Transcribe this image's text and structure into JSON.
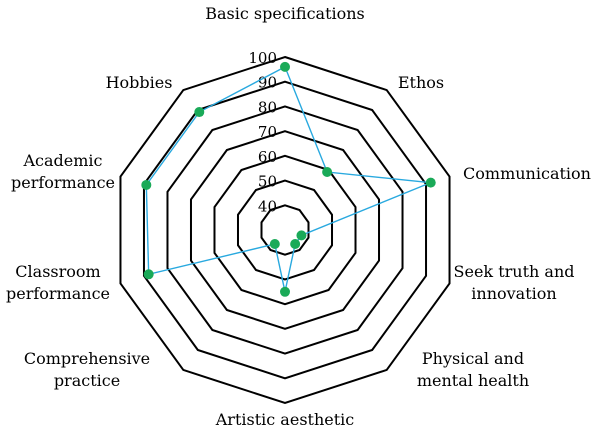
{
  "chart_data": {
    "type": "radar",
    "title": "",
    "axes": [
      [
        "Basic specifications"
      ],
      [
        "Ethos"
      ],
      [
        "Communication"
      ],
      [
        "Seek truth and",
        "innovation"
      ],
      [
        "Physical and",
        "mental health"
      ],
      [
        "Artistic aesthetic"
      ],
      [
        "Comprehensive",
        "practice"
      ],
      [
        "Classroom",
        "performance"
      ],
      [
        "Academic",
        "performance"
      ],
      [
        "Hobbies"
      ]
    ],
    "range": [
      30,
      100
    ],
    "ticks": [
      40,
      50,
      60,
      70,
      80,
      90,
      100
    ],
    "series": [
      {
        "name": "",
        "values": [
          96,
          59,
          92,
          37,
          37,
          55,
          37,
          88,
          89,
          89
        ]
      }
    ],
    "colors": {
      "line": "#29a9df",
      "point": "#1aaa58",
      "grid": "#000000"
    },
    "legend": "none"
  }
}
